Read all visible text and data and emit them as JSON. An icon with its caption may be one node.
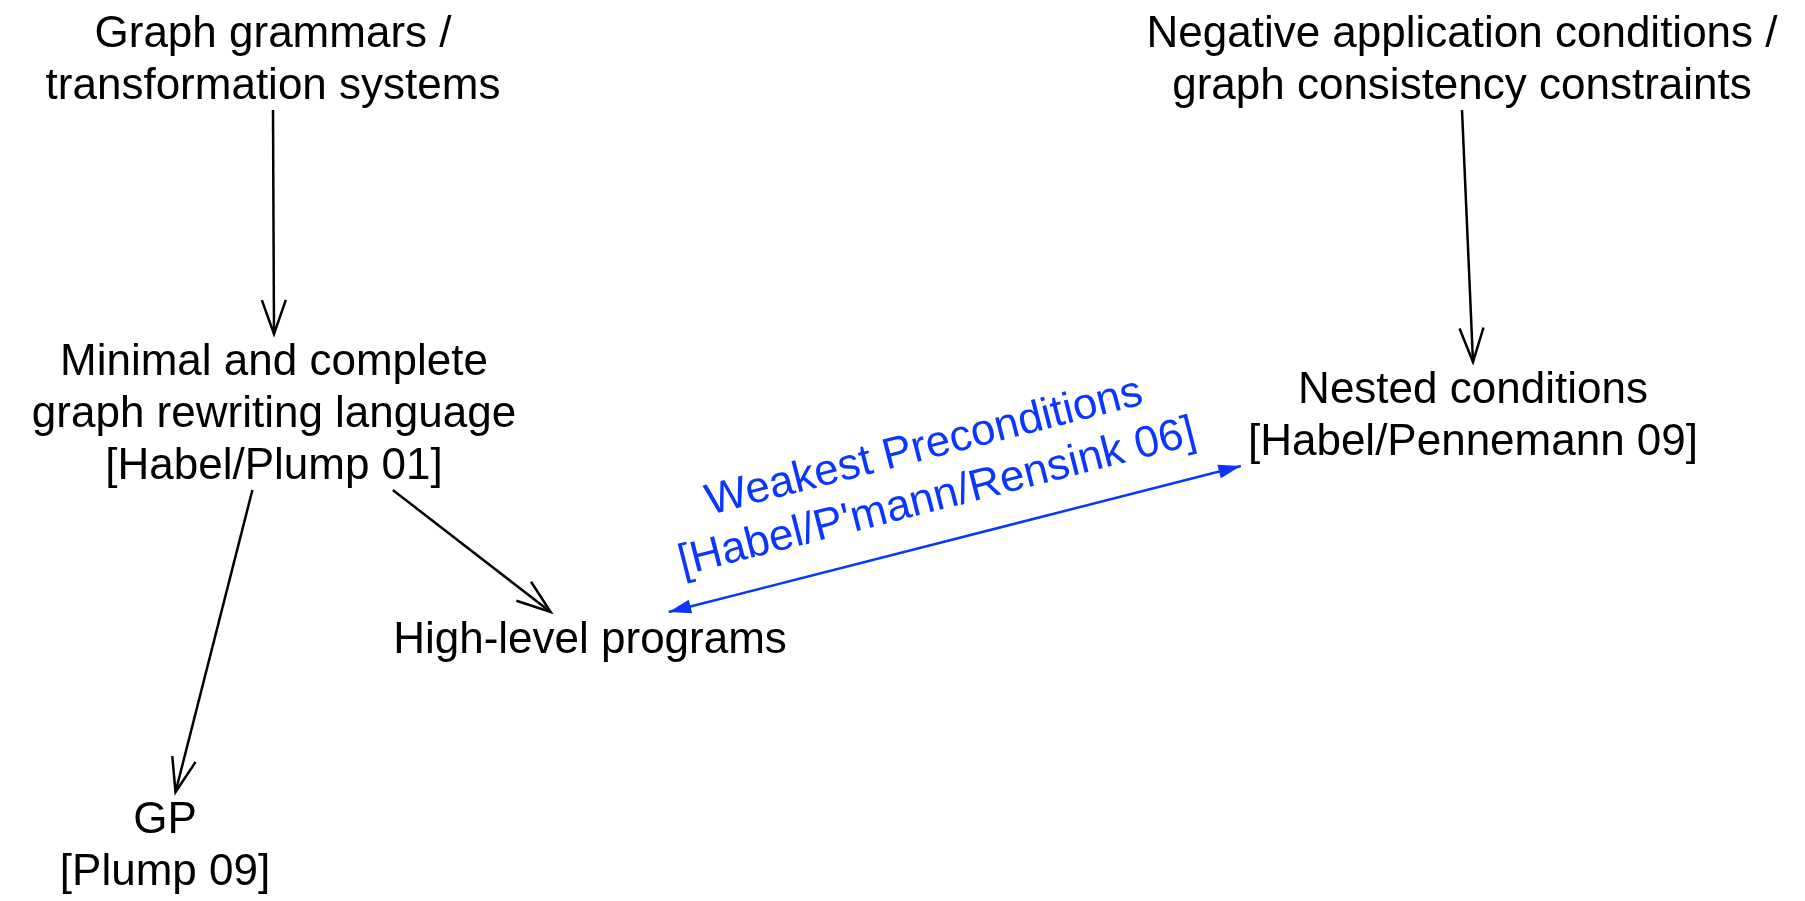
{
  "diagram": {
    "nodes": [
      {
        "text": [
          "Graph grammars / transformation systems"
        ]
      },
      {
        "text": [
          "Minimal and complete graph rewriting language",
          "[Habel/Plump 01]"
        ]
      },
      {
        "text": [
          "High-level programs"
        ]
      },
      {
        "text": [
          "GP",
          "[Plump 09]"
        ]
      },
      {
        "text": [
          "Negative application conditions / graph consistency constraints"
        ]
      },
      {
        "text": [
          "Nested conditions",
          "[Habel/Pennemann 09]"
        ]
      }
    ],
    "edges": [
      {
        "from": 0,
        "to": 1,
        "arrow": "to"
      },
      {
        "from": 1,
        "to": 3,
        "arrow": "to"
      },
      {
        "from": 1,
        "to": 2,
        "arrow": "to"
      },
      {
        "from": 4,
        "to": 5,
        "arrow": "to"
      },
      {
        "from": 2,
        "to": 5,
        "arrow": "both",
        "label": "Weakest Preconditions [Habel/P'mann/Rensink 06]",
        "color": "#0a36ff"
      }
    ]
  }
}
